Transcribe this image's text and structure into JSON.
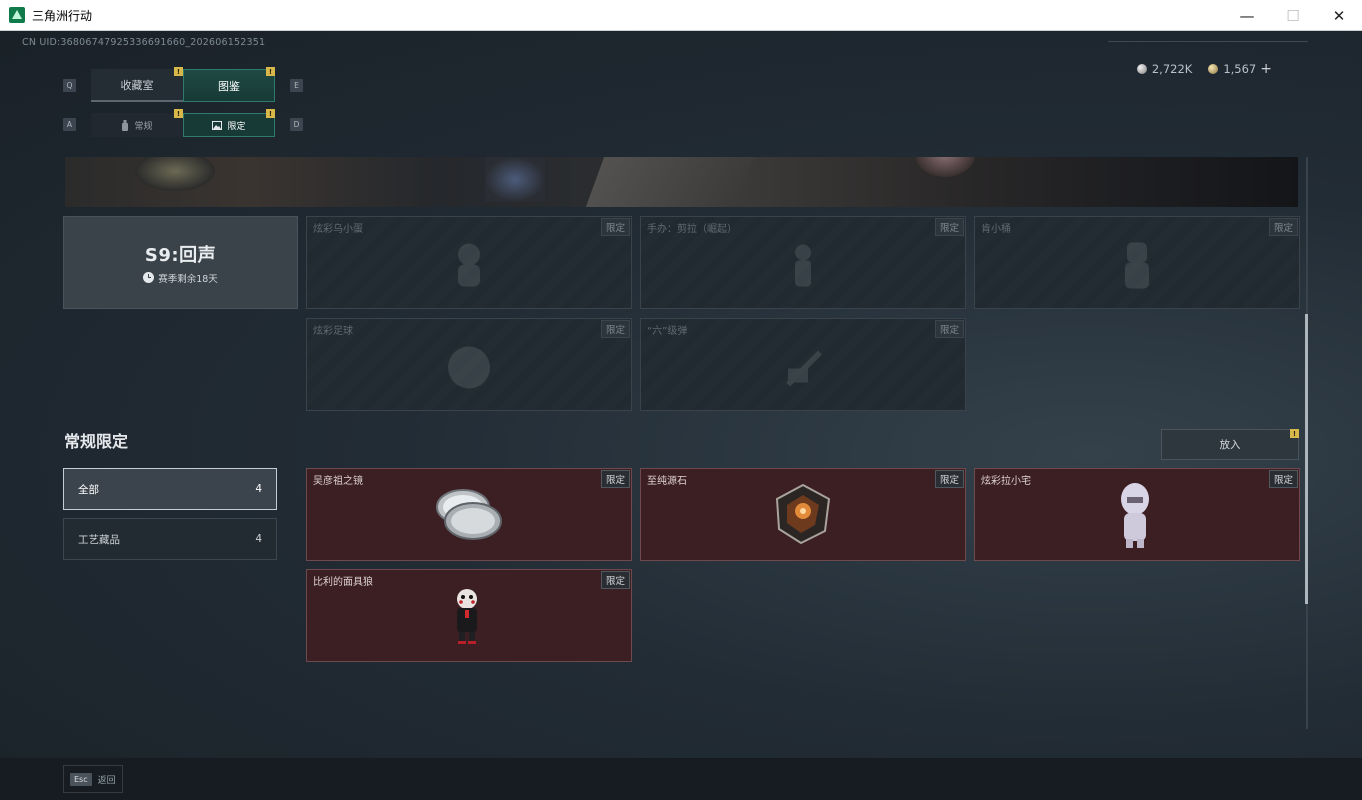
{
  "window": {
    "title": "三角洲行动",
    "controls": [
      "—",
      "☐",
      "✕"
    ]
  },
  "uid": "CN UID:36806747925336691660_202606152351",
  "currency": {
    "silver": "2,722K",
    "gold": "1,567",
    "plus": "+"
  },
  "tabs": {
    "left_key": "Q",
    "right_key": "E",
    "items": [
      {
        "label": "收藏室",
        "active": false
      },
      {
        "label": "图鉴",
        "active": true
      }
    ]
  },
  "subtabs": {
    "left_key": "A",
    "right_key": "D",
    "items": [
      {
        "label": "常规",
        "active": false
      },
      {
        "label": "限定",
        "active": true
      }
    ]
  },
  "warn_glyph": "!",
  "season": {
    "title": "S9:回声",
    "remaining": "赛季剩余18天"
  },
  "locked_items": [
    {
      "name": "炫彩乌小蛋",
      "badge": "限定"
    },
    {
      "name": "手办：剪拉（崛起）",
      "badge": "限定"
    },
    {
      "name": "肯小桶",
      "badge": "限定"
    },
    {
      "name": "炫彩足球",
      "badge": "限定"
    },
    {
      "name": "“六”级弹",
      "badge": "限定"
    }
  ],
  "section": {
    "title": "常规限定",
    "put_button": "放入"
  },
  "filters": [
    {
      "label": "全部",
      "count": "4",
      "active": true
    },
    {
      "label": "工艺藏品",
      "count": "4",
      "active": false
    }
  ],
  "owned_items": [
    {
      "name": "吴彦祖之镜",
      "badge": "限定",
      "icon": "mirror-icon"
    },
    {
      "name": "至纯源石",
      "badge": "限定",
      "icon": "crystal-icon"
    },
    {
      "name": "炫彩拉小宅",
      "badge": "限定",
      "icon": "figure-icon"
    },
    {
      "name": "比利的面具狼",
      "badge": "限定",
      "icon": "puppet-icon"
    }
  ],
  "footer": {
    "esc_key": "Esc",
    "back_label": "返回"
  },
  "colors": {
    "accent": "#2f7a6c",
    "owned_card": "#3c1f23",
    "warning": "#d9b84b"
  }
}
